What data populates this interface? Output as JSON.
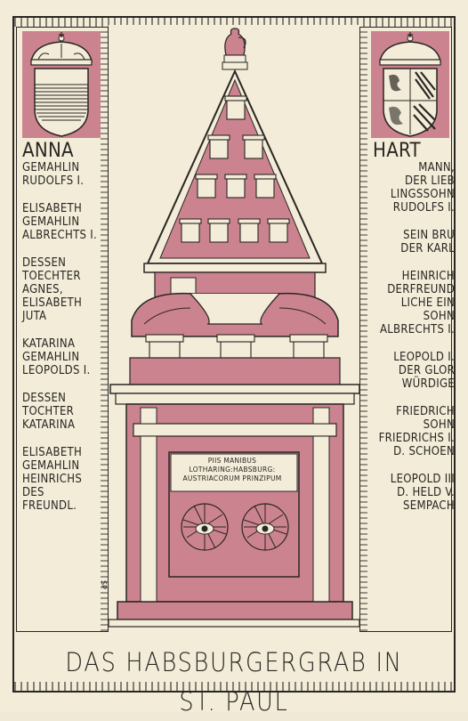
{
  "title": "DAS HABSBURGERGRAB IN ST. PAUL",
  "left_column": [
    {
      "lines": "ANNA",
      "big": true
    },
    {
      "lines": "GEMAHLIN\nRUDOLFS I.",
      "big": false
    },
    {
      "lines": "ELISABETH\nGEMAHLIN\nALBRECHTS I.",
      "big": false
    },
    {
      "lines": "DESSEN\nTOECHTER\nAGNES,\nELISABETH\nJUTA",
      "big": false
    },
    {
      "lines": "KATARINA\nGEMAHLIN\nLEOPOLDS I.",
      "big": false
    },
    {
      "lines": "DESSEN\nTOCHTER\nKATARINA",
      "big": false
    },
    {
      "lines": "ELISABETH\nGEMAHLIN\nHEINRICHS\nDES\nFREUNDL.",
      "big": false
    }
  ],
  "right_column": [
    {
      "lines": "HART",
      "big": true
    },
    {
      "lines": "MANN,\nDER LIEB\nLINGSSOHN\nRUDOLFS I.",
      "big": false
    },
    {
      "lines": "SEIN BRU\nDER KARL",
      "big": false
    },
    {
      "lines": "HEINRICH\nDERFREUND\nLICHE EIN\nSOHN\nALBRECHTS I.",
      "big": false
    },
    {
      "lines": "LEOPOLD I.\nDER GLOR\nWÜRDIGE",
      "big": false
    },
    {
      "lines": "FRIEDRICH\nSOHN\nFRIEDRICHS I.\nD. SCHOEN",
      "big": false
    },
    {
      "lines": "LEOPOLD III\nD. HELD V.\nSEMPACH",
      "big": false
    }
  ],
  "inscription": {
    "line1": "PIIS MANIBUS",
    "line2": "LOTHARING:HABSBURG:",
    "line3": "AUSTRIACORUM PRINZIPUM"
  },
  "signature": "SP",
  "colors": {
    "pink": "#cc8390",
    "ink": "#2a2622",
    "paper": "#f2ecd9"
  }
}
